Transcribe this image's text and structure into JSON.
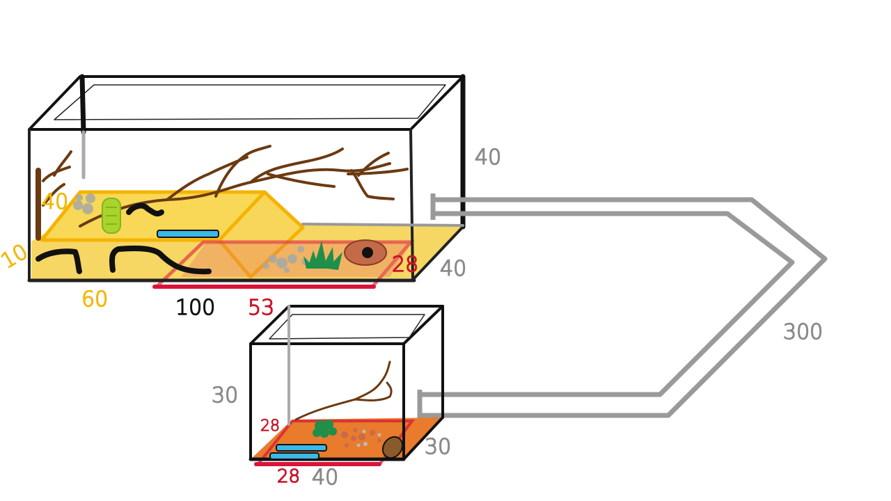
{
  "colors": {
    "substrate_yellow": "#f6d55c",
    "platform_orange_outline": "#f5b301",
    "platform_red": "#d9143a",
    "substrate_orange": "#e87b2c",
    "branch_brown": "#6b3a12",
    "water_blue": "#3bb7e8",
    "tube_gray": "#9a9a9a",
    "plant_green": "#1f8f4a"
  },
  "large_tank": {
    "dims": {
      "height": "40",
      "depth": "40",
      "width": "100",
      "yellow_platform_depth": "40",
      "yellow_platform_height": "10",
      "yellow_platform_width": "60",
      "red_platform_depth": "28",
      "red_platform_width": "53"
    }
  },
  "small_tank": {
    "dims": {
      "height": "30",
      "depth": "30",
      "width": "40",
      "red_depth": "28",
      "red_width": "28"
    }
  },
  "tube": {
    "length": "300"
  }
}
